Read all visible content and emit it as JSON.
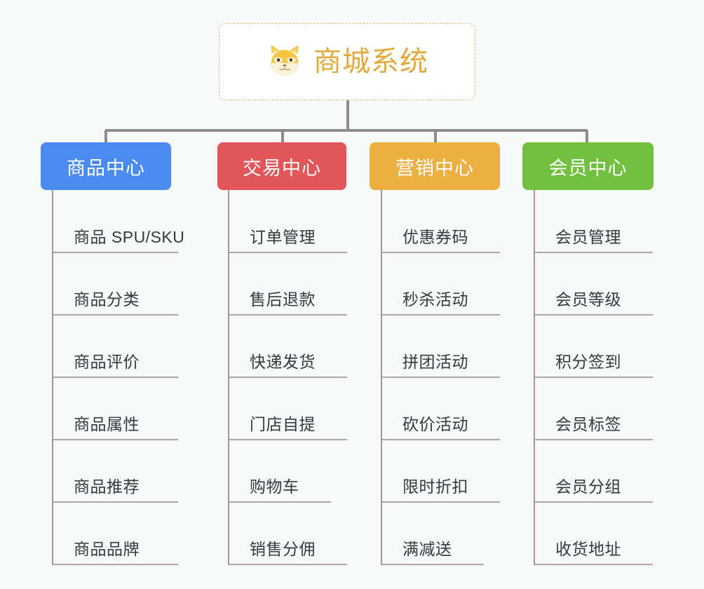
{
  "root": {
    "icon": "dog-face-icon",
    "title": "商城系统",
    "border_color": "#efbb6a",
    "text_color": "#e3a93b",
    "background": "#ffffff"
  },
  "canvas": {
    "background": "#f7f8f8",
    "connector_color": "#8c8c8c"
  },
  "branches": [
    {
      "id": "product-center",
      "label": "商品中心",
      "color": "#4a8bf0",
      "items": [
        {
          "label": "商品 SPU/SKU"
        },
        {
          "label": "商品分类"
        },
        {
          "label": "商品评价"
        },
        {
          "label": "商品属性"
        },
        {
          "label": "商品推荐"
        },
        {
          "label": "商品品牌"
        }
      ]
    },
    {
      "id": "trade-center",
      "label": "交易中心",
      "color": "#e2565a",
      "items": [
        {
          "label": "订单管理"
        },
        {
          "label": "售后退款"
        },
        {
          "label": "快递发货"
        },
        {
          "label": "门店自提"
        },
        {
          "label": "购物车"
        },
        {
          "label": "销售分佣"
        }
      ]
    },
    {
      "id": "marketing-center",
      "label": "营销中心",
      "color": "#edae42",
      "items": [
        {
          "label": "优惠券码"
        },
        {
          "label": "秒杀活动"
        },
        {
          "label": "拼团活动"
        },
        {
          "label": "砍价活动"
        },
        {
          "label": "限时折扣"
        },
        {
          "label": "满减送"
        }
      ]
    },
    {
      "id": "member-center",
      "label": "会员中心",
      "color": "#72c040",
      "items": [
        {
          "label": "会员管理"
        },
        {
          "label": "会员等级"
        },
        {
          "label": "积分签到"
        },
        {
          "label": "会员标签"
        },
        {
          "label": "会员分组"
        },
        {
          "label": "收货地址"
        }
      ]
    }
  ]
}
